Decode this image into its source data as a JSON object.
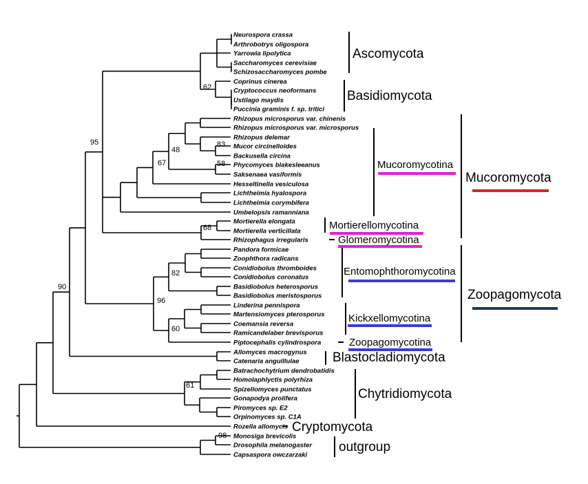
{
  "taxa": [
    "Neurospora crassa",
    "Arthrobotrys oligospora",
    "Yarrowia lipolytica",
    "Saccharomyces cerevisiae",
    "Schizosaccharomyces pombe",
    "Coprinus cinerea",
    "Cryptococcus neoformans",
    "Ustilago maydis",
    "Puccinia graminis f. sp. tritici",
    "Rhizopus microsporus var. chinenis",
    "Rhizopus microsporus var. microsporus",
    "Rhizopus delemar",
    "Mucor circinelloides",
    "Backusella circina",
    "Phycomyces blakesleeanus",
    "Saksenaea vasiformis",
    "Hesseltinella vesiculosa",
    "Lichtheimia hyalospora",
    "Lichtheimia corymbifera",
    "Umbelopsis ramanniana",
    "Mortierella elongata",
    "Mortierella verticillata",
    "Rhizophagus irregularis",
    "Pandora formicae",
    "Zoophthora radicans",
    "Conidiobolus thromboides",
    "Conidiobolus coronatus",
    "Basidiobolus heterosporus",
    "Basidiobolus meristosporus",
    "Linderina pennispora",
    "Martensiomyces pterosporus",
    "Coemansia reversa",
    "Ramicandelaber brevisporus",
    "Piptocephalis cylindrospora",
    "Allomyces macrogynus",
    "Catenaria anguillulae",
    "Batrachochytrium dendrobatidis",
    "Homolaphlyctis polyrhiza",
    "Spizellomyces punctatus",
    "Gonapodya prolifera",
    "Piromyces sp. E2",
    "Orpinomyces sp. C1A",
    "Rozella allomycis",
    "Monosiga brevicolis",
    "Drosophila melanogaster",
    "Capsaspora owczarzaki"
  ],
  "support_values": [
    "95",
    "62",
    "48",
    "83",
    "67",
    "58",
    "68",
    "82",
    "96",
    "60",
    "90",
    "61",
    "98"
  ],
  "groups": {
    "ascomycota": "Ascomycota",
    "basidiomycota": "Basidiomycota",
    "mucoromycotina": "Mucoromycotina",
    "mortierellomycotina": "Mortierellomycotina",
    "glomeromycotina": "Glomeromycotina",
    "entomophthoromycotina": "Entomophthoromycotina",
    "kickxellomycotina": "Kickxellomycotina",
    "zoopagomycotina": "Zoopagomycotina",
    "blastocladiomycota": "Blastocladiomycota",
    "chytridiomycota": "Chytridiomycota",
    "cryptomycota": "Cryptomycota",
    "outgroup": "outgroup",
    "mucoromycota": "Mucoromycota",
    "zoopagomycota": "Zoopagomycota"
  },
  "colors": {
    "magenta": "#e020d8",
    "blue": "#3a3ad8",
    "red": "#e02020",
    "navy": "#1d3a5c"
  }
}
